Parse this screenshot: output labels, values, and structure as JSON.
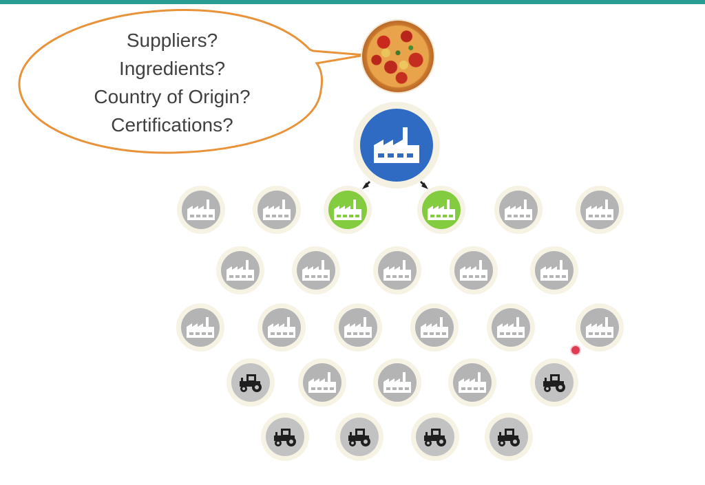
{
  "bubble": {
    "lines": [
      "Suppliers?",
      "Ingredients?",
      "Country of Origin?",
      "Certifications?"
    ]
  },
  "colors": {
    "hub_blue": "#2f6bc2",
    "highlight_green": "#84cc3f",
    "node_gray": "#b4b4b4",
    "bubble_outline": "#e8923a",
    "accent_bar": "#2a9d95"
  },
  "hub": {
    "icon": "factory-icon"
  },
  "rows": [
    [
      "factory",
      "factory",
      "factory-green",
      "factory-green",
      "factory",
      "factory"
    ],
    [
      "factory",
      "factory",
      "factory",
      "factory",
      "factory"
    ],
    [
      "factory",
      "factory",
      "factory",
      "factory",
      "factory",
      "factory"
    ],
    [
      "farm",
      "factory",
      "factory",
      "factory",
      "farm"
    ],
    [
      "farm",
      "farm",
      "farm",
      "farm"
    ]
  ],
  "icons": {
    "factory": "factory-icon",
    "factory-green": "factory-icon",
    "farm": "tractor-icon"
  }
}
